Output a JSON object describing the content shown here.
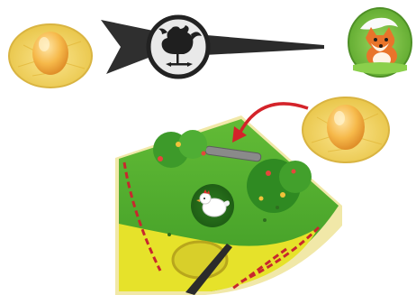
{
  "scene": {
    "components": [
      "egg-token-left",
      "weathervane-spinner",
      "fox-token",
      "egg-token-right",
      "game-board-corner",
      "hen-figure"
    ]
  },
  "colors": {
    "egg_yellow": "#f6c13a",
    "egg_orange": "#f2a543",
    "straw": "#f5d86a",
    "spinner_dark": "#2f2f2f",
    "rooster_disc": "#e9e9e9",
    "fox_green": "#76c043",
    "fox_orange": "#e8742b",
    "board_green": "#4fae2f",
    "board_dark_green": "#2c7d22",
    "field_yellow": "#e6e22a",
    "fence_red": "#c8272d",
    "arrow_red": "#d4232a",
    "board_edge": "#f1e8a8"
  },
  "icons": {
    "rooster": "rooster-silhouette-icon",
    "fox": "fox-icon",
    "egg": "egg-icon",
    "hen": "hen-icon",
    "arrow": "curved-arrow-icon"
  }
}
